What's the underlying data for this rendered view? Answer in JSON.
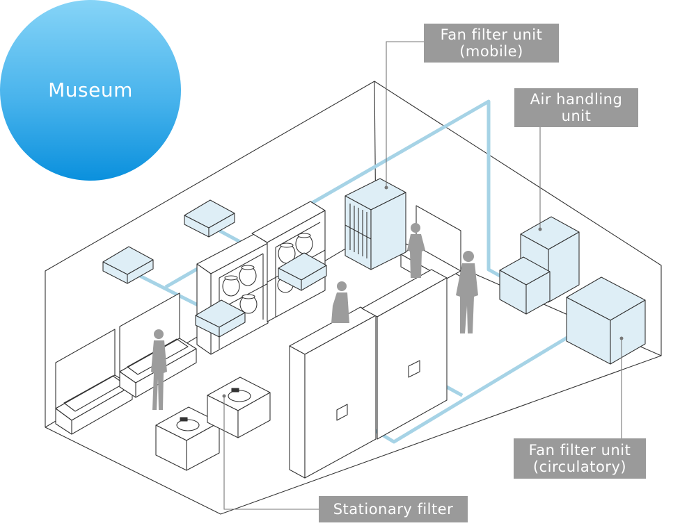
{
  "badge": {
    "label": "Museum",
    "color_top": "#86d4f7",
    "color_bottom": "#0a90dd"
  },
  "labels": {
    "fan_filter_mobile": [
      "Fan filter unit",
      "(mobile)"
    ],
    "air_handling": [
      "Air handling",
      "unit"
    ],
    "fan_filter_circulatory": [
      "Fan filter unit",
      "(circulatory)"
    ],
    "stationary_filter": "Stationary filter"
  },
  "colors": {
    "duct": "#a6d3e6",
    "equipment_fill": "#deeef6",
    "line": "#333333",
    "person": "#9c9c9c",
    "label_bg": "#9a9a9a"
  }
}
